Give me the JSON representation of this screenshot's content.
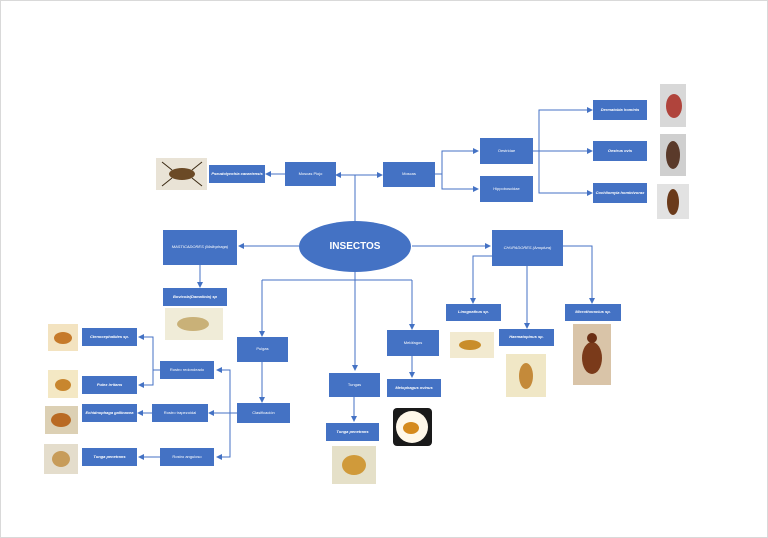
{
  "colors": {
    "box": "#4472c4",
    "line": "#4472c4",
    "background": "#ffffff"
  },
  "center": "INSECTOS",
  "nodes": {
    "moscas_piojo": "Moscas Piojo",
    "pseudolynchia": "Pseudolynchia canariensis",
    "moscas": "Moscas",
    "hippoboscidae": "Hippoboscidae",
    "oestridae": "Oestridae",
    "dermatobia": "Dermatobia hominis",
    "gasterophilus": "Oestrus ovis",
    "cochliomyia": "Cochliomyia hominivorax",
    "masticadores": "MASTICADORES (Mallophaga)",
    "bovicola": "Bovicola(Damalinia) sp",
    "chupadores": "CHUPADORES (Anoplura)",
    "linognathus": "Linognathus sp.",
    "haematopinus": "Haematopinus sp.",
    "microthoracius": "Microthoracius sp.",
    "pulgas": "Pulgas",
    "clasificacion": "Clasificación",
    "rostro_redondeado": "Rostro redondeado",
    "ctenocephalides": "Ctenocephalides sp.",
    "pulex": "Pulex irritans",
    "rostro_trapezoidal": "Rostro trapezoidal",
    "echidnophaga": "Echidnophaga gallinacea",
    "rostro_anguloso": "Rostro anguloso",
    "tunga_sp": "Tunga penetrans",
    "tungas": "Tungas",
    "tunga_penetrans": "Tunga penetrans",
    "melofagos": "Melófagos",
    "melophagus": "Melophagus ovinus"
  }
}
